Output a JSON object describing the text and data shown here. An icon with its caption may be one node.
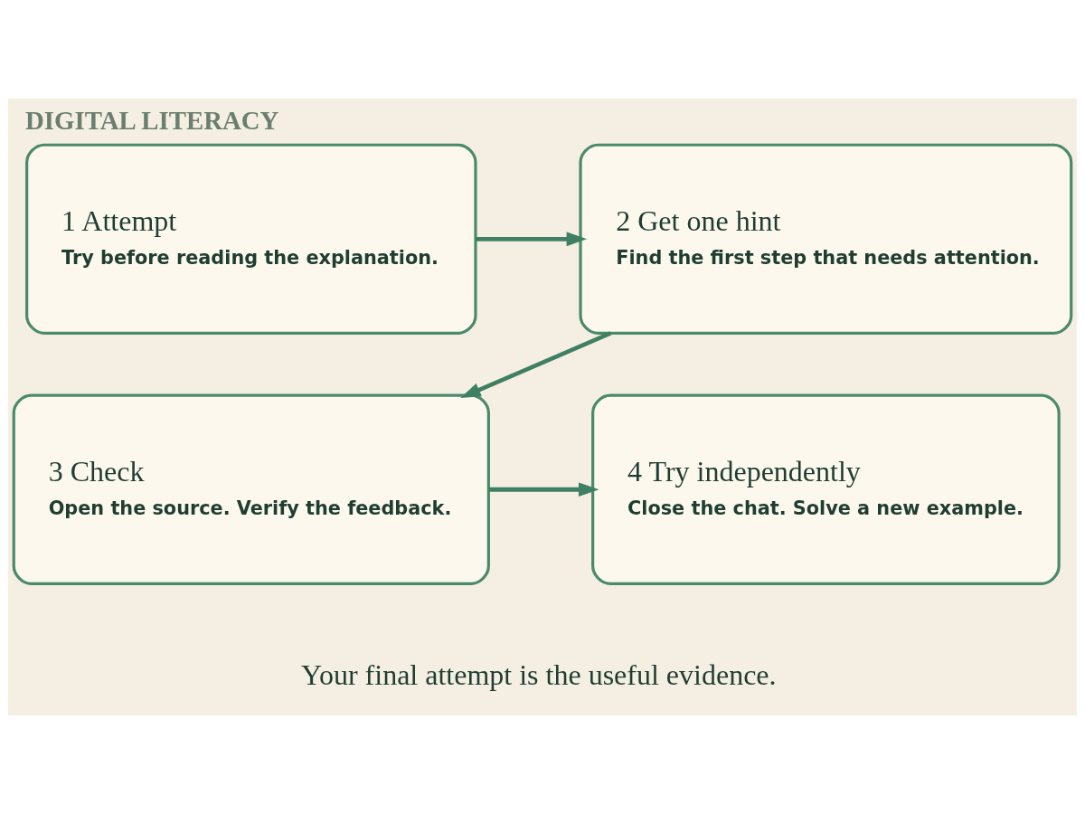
{
  "diagram": {
    "title": "DIGITAL LITERACY",
    "caption": "Your final attempt is the useful evidence.",
    "nodes": [
      {
        "text": [
          "1 Attempt",
          "Try before reading the explanation."
        ]
      },
      {
        "text": [
          "2 Get one hint",
          "Find the first step that needs attention."
        ]
      },
      {
        "text": [
          "3 Check",
          "Open the source. Verify the feedback."
        ]
      },
      {
        "text": [
          "4 Try independently",
          "Close the chat. Solve a new example."
        ]
      }
    ],
    "edges": [
      {
        "from": 0,
        "to": 1,
        "arrow": "to"
      },
      {
        "from": 1,
        "to": 2,
        "arrow": "to"
      },
      {
        "from": 2,
        "to": 3,
        "arrow": "to"
      }
    ]
  }
}
